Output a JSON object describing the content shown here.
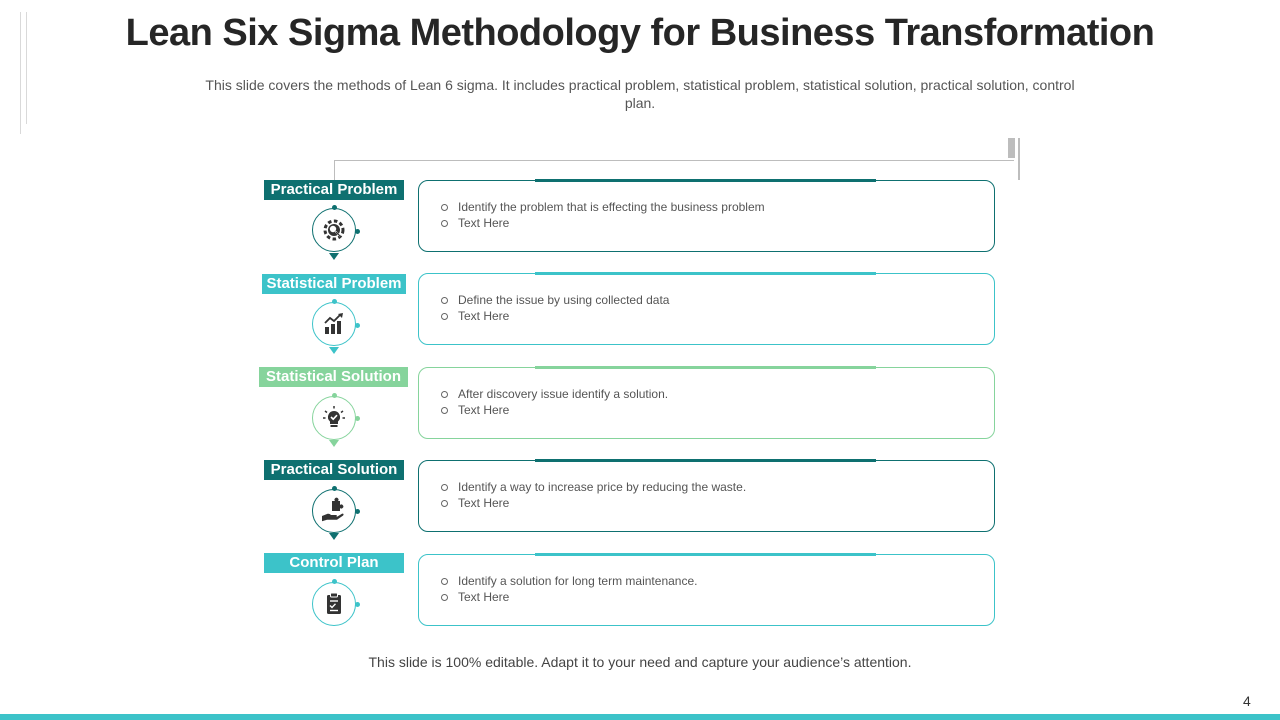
{
  "slide": {
    "title": "Lean Six Sigma Methodology for Business Transformation",
    "subtitle": "This slide covers the methods of Lean 6 sigma. It includes practical problem, statistical problem, statistical solution, practical solution, control plan.",
    "footer": "This slide is 100% editable. Adapt it to your need and capture your audience’s attention.",
    "page_number": "4"
  },
  "colors": {
    "dark_teal": "#0e7070",
    "light_teal": "#3cc3c9",
    "light_green": "#86d49c",
    "bottom_bar": "#3cc3c9"
  },
  "steps": [
    {
      "label": "Practical Problem",
      "icon": "gear-search-icon",
      "color": "#0e7070",
      "bullets": [
        "Identify the problem that is effecting the business problem",
        "Text Here"
      ]
    },
    {
      "label": "Statistical Problem",
      "icon": "bar-chart-growth-icon",
      "color": "#3cc3c9",
      "bullets": [
        "Define the issue by using collected data",
        "Text Here"
      ]
    },
    {
      "label": "Statistical Solution",
      "icon": "lightbulb-check-icon",
      "color": "#86d49c",
      "bullets": [
        "After discovery issue identify a solution.",
        "Text Here"
      ]
    },
    {
      "label": "Practical Solution",
      "icon": "hand-puzzle-icon",
      "color": "#0e7070",
      "bullets": [
        "Identify a way to increase price by reducing the waste.",
        "Text Here"
      ]
    },
    {
      "label": "Control Plan",
      "icon": "clipboard-icon",
      "color": "#3cc3c9",
      "bullets": [
        "Identify a solution for long term maintenance.",
        "Text Here"
      ]
    }
  ]
}
